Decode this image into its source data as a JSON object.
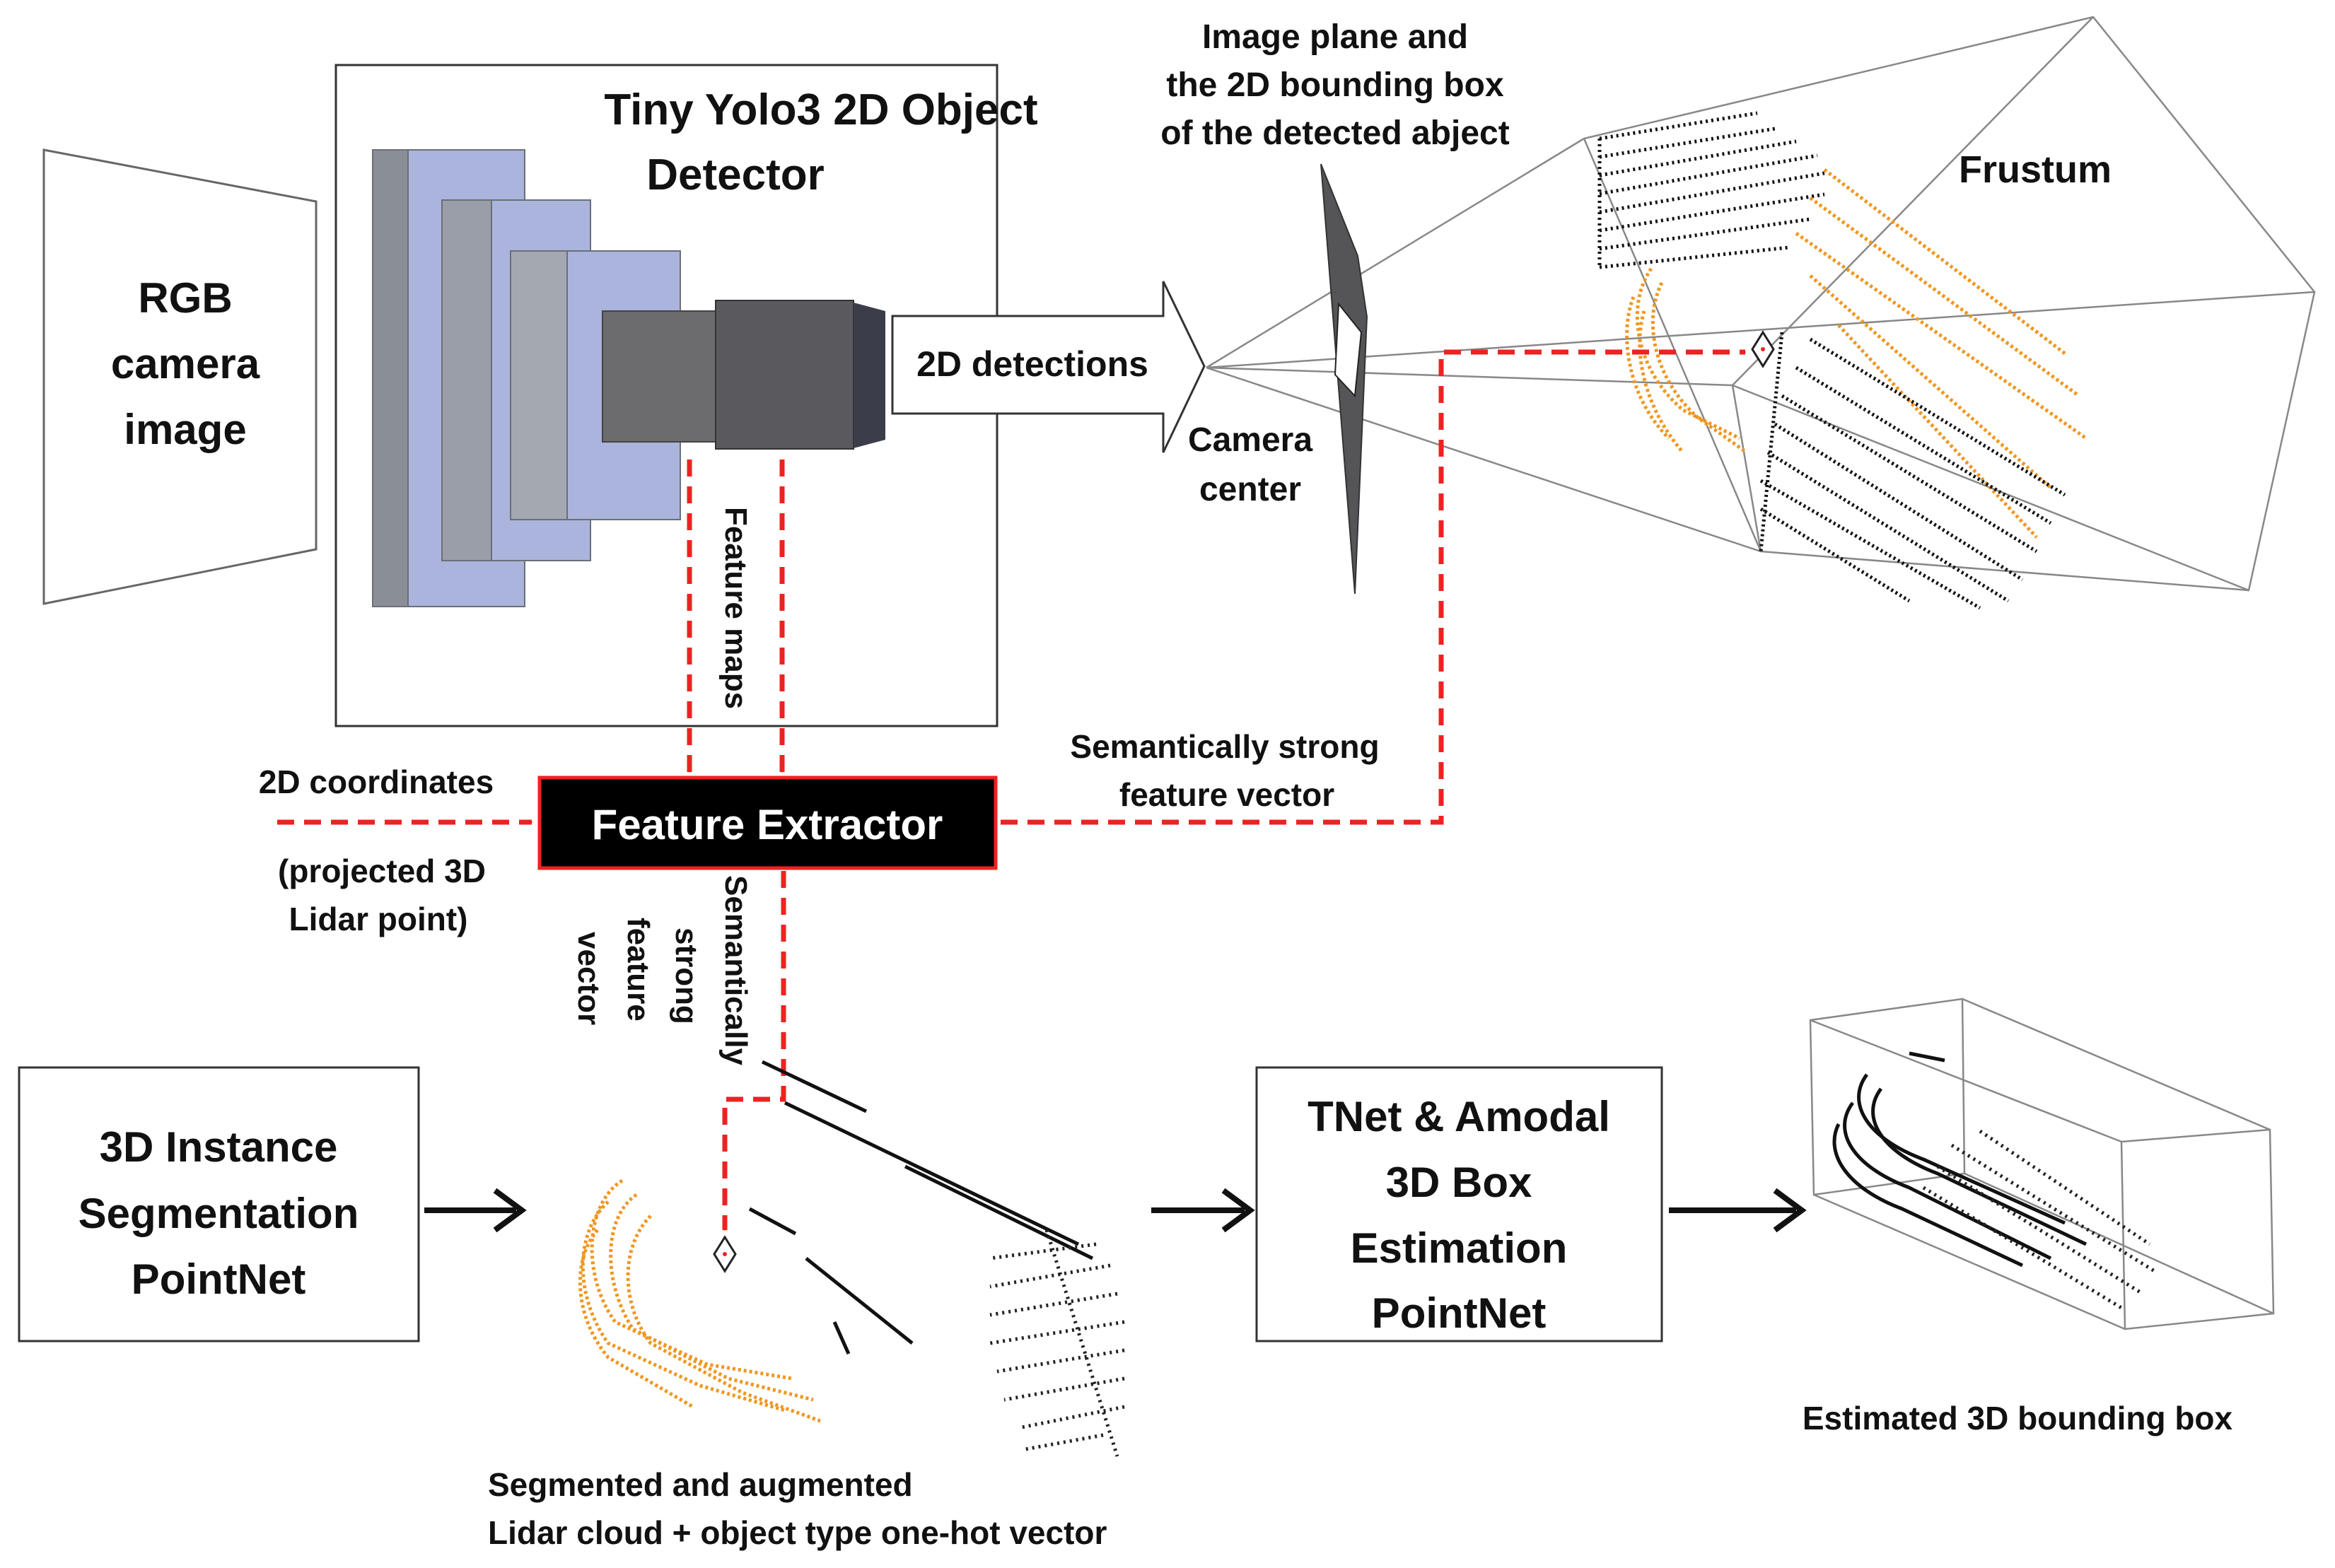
{
  "rgb_camera": {
    "lines": [
      "RGB",
      "camera",
      "image"
    ]
  },
  "yolo": {
    "title_lines": [
      "Tiny Yolo3 2D Object",
      "Detector"
    ]
  },
  "detections": {
    "label": "2D detections"
  },
  "camera_center": {
    "lines": [
      "Camera",
      "center"
    ]
  },
  "image_plane": {
    "lines": [
      "Image plane and",
      "the 2D bounding box",
      "of the detected abject"
    ]
  },
  "frustum": {
    "label": "Frustum"
  },
  "feature_maps": {
    "label": "Feature maps"
  },
  "feature_extractor": {
    "label": "Feature Extractor"
  },
  "coords_input": {
    "label": "2D coordinates",
    "sub_lines": [
      "(projected 3D",
      "Lidar point)"
    ]
  },
  "semantic_right": {
    "lines": [
      "Semantically strong",
      "feature vector"
    ]
  },
  "semantic_down": {
    "lines": [
      "Semantically",
      "strong",
      "feature",
      "vector"
    ]
  },
  "segmentation": {
    "lines": [
      "3D Instance",
      "Segmentation",
      "PointNet"
    ]
  },
  "tnet": {
    "lines": [
      "TNet & Amodal",
      "3D Box",
      "Estimation",
      "PointNet"
    ]
  },
  "segmented_caption": {
    "lines": [
      "Segmented and augmented",
      "Lidar cloud + object type one-hot vector"
    ]
  },
  "estimated_caption": {
    "label": "Estimated 3D bounding box"
  },
  "colors": {
    "dashed_arrow": "#ee2222",
    "lidar_orange": "#f0961e",
    "lidar_black": "#111111",
    "cnn_blue": "#aab4dc",
    "cnn_gray": "#8a8e96"
  }
}
